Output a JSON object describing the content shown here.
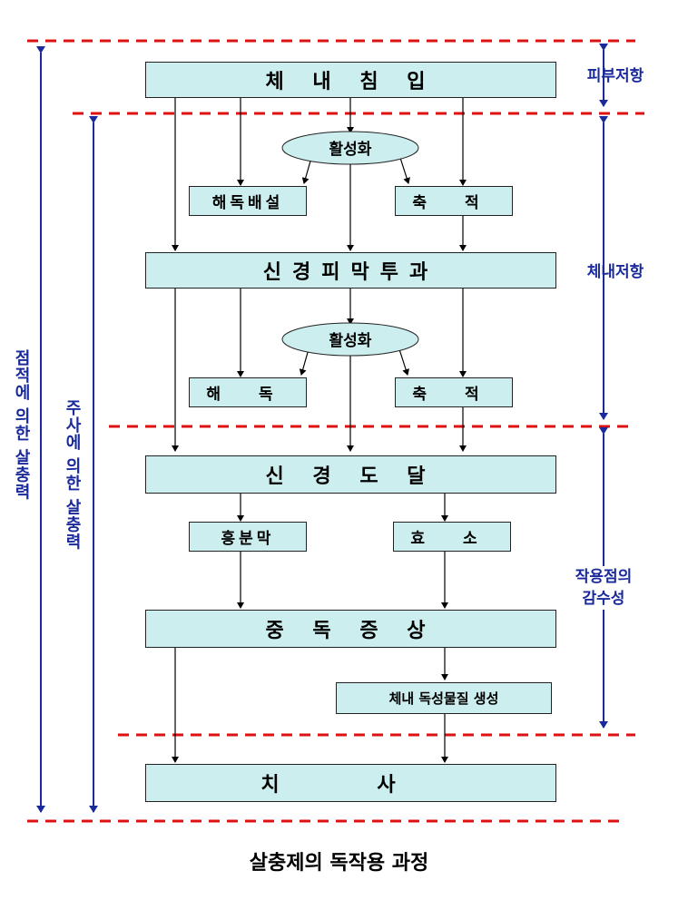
{
  "boxes": {
    "entry": "체 내 침 입",
    "activation_1": "활성화",
    "detox_excretion": "해독배설",
    "accumulation_1": "축 적",
    "nerve_membrane": "신경피막투과",
    "activation_2": "활성화",
    "detox": "해 독",
    "accumulation_2": "축 적",
    "nerve_reach": "신 경 도 달",
    "excitable_membrane": "흥분막",
    "enzyme": "효 소",
    "poisoning_symptom": "중 독 증 상",
    "toxic_generation": "체내 독성물질 생성",
    "death": "치 사"
  },
  "side_labels": {
    "skin_resistance": "피부저항",
    "body_resistance": "체내저항",
    "site_sensitivity_line1": "작용점의",
    "site_sensitivity_line2": "감수성"
  },
  "vertical_labels": {
    "contact": "점적에 의한 살충력",
    "injection": "주사에 의한 살충력"
  },
  "caption": "살충제의 독작용 과정",
  "colors": {
    "box_fill": "#cceeee",
    "dash": "#dd1111",
    "side_text": "#1a2a9a"
  }
}
